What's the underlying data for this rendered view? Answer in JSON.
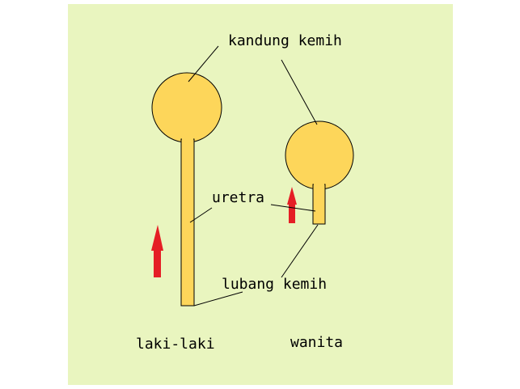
{
  "labels": {
    "bladder": "kandung kemih",
    "urethra": "uretra",
    "opening": "lubang kemih",
    "male": "laki-laki",
    "female": "wanita"
  },
  "colors": {
    "background": "#e9f5bf",
    "organ": "#fdd65a",
    "arrow": "#e51e25"
  }
}
